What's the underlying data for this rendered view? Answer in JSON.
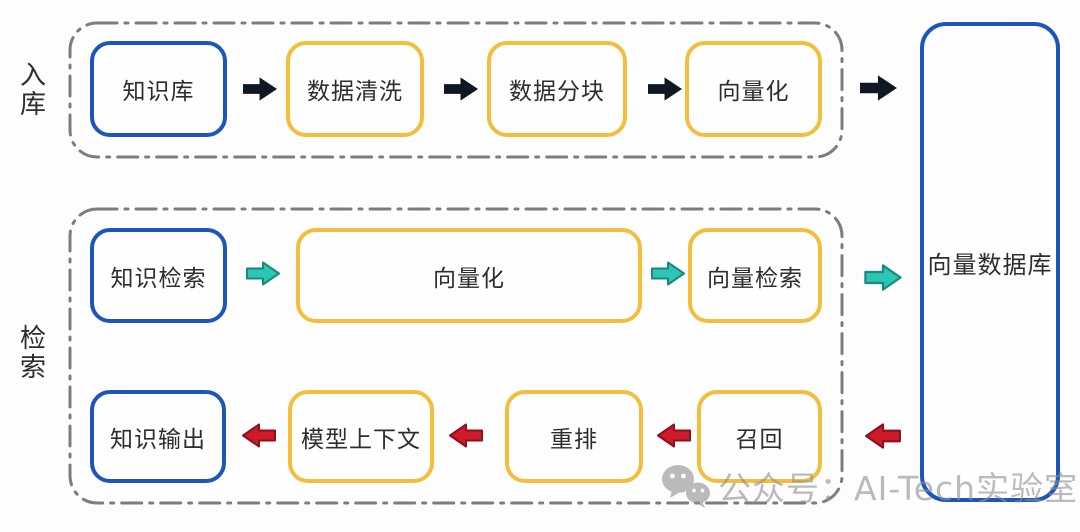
{
  "colors": {
    "bg": "#fdfdfd",
    "blue": "#1d56bb",
    "yellow": "#f3be3b",
    "arrow_black": "#0f1722",
    "teal": "#2cc5b6",
    "teal_dark": "#17897f",
    "red": "#cf1b29",
    "red_dark": "#8c1120",
    "dash_gray": "#7d7d7d",
    "text": "#2d2d2d",
    "watermark_gray": "#8f8f8f"
  },
  "sections": {
    "ingest": {
      "label": "入库",
      "steps": [
        {
          "label": "知识库",
          "variant": "blue"
        },
        {
          "label": "数据清洗",
          "variant": "yellow"
        },
        {
          "label": "数据分块",
          "variant": "yellow"
        },
        {
          "label": "向量化",
          "variant": "yellow"
        }
      ]
    },
    "retrieve": {
      "label": "检索",
      "query_row": [
        {
          "label": "知识检索",
          "variant": "blue"
        },
        {
          "label": "向量化",
          "variant": "yellow"
        },
        {
          "label": "向量检索",
          "variant": "yellow"
        }
      ],
      "answer_row": [
        {
          "label": "知识输出",
          "variant": "blue"
        },
        {
          "label": "模型上下文",
          "variant": "yellow"
        },
        {
          "label": "重排",
          "variant": "yellow"
        },
        {
          "label": "召回",
          "variant": "yellow"
        }
      ]
    }
  },
  "database": {
    "label": "向量数据库"
  },
  "watermark": {
    "text": "公众号：AI-Tech实验室",
    "icon": "wechat-icon"
  }
}
